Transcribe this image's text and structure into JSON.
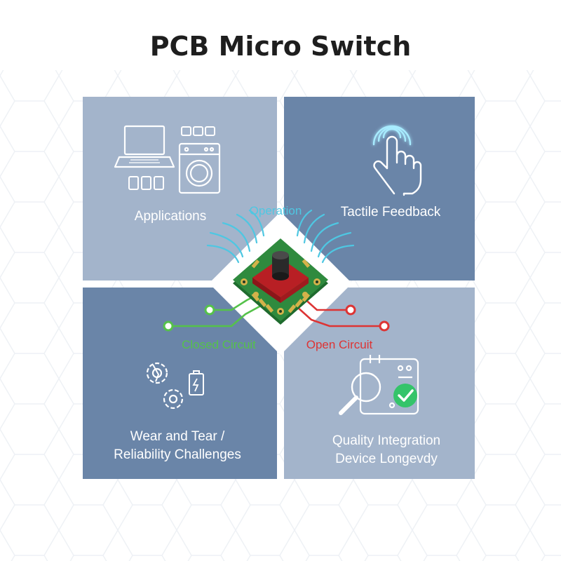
{
  "title": "PCB Micro Switch",
  "quadrants": {
    "applications": {
      "label": "Applications"
    },
    "tactile": {
      "label": "Tactile Feedback"
    },
    "wear": {
      "line1": "Wear and Tear /",
      "line2": "Reliability Challenges"
    },
    "quality": {
      "line1": "Quality Integration",
      "line2": "Device Longevdy"
    }
  },
  "switch": {
    "operation_label": "Operation",
    "closed_label": "Closed Circuit",
    "open_label": "Open Circuit"
  },
  "colors": {
    "panel_light": "#a3b4cb",
    "panel_dark": "#6a85a8",
    "operation": "#4ec7e2",
    "closed": "#55c24a",
    "open": "#dd3434",
    "pcb": "#2f8a3e",
    "check": "#34c46a"
  },
  "icons": [
    "laptop-icon",
    "washing-machine-icon",
    "keypad-icon",
    "touch-hand-icon",
    "gears-icon",
    "battery-icon",
    "magnifier-icon",
    "checkmark-icon",
    "checklist-icon"
  ]
}
